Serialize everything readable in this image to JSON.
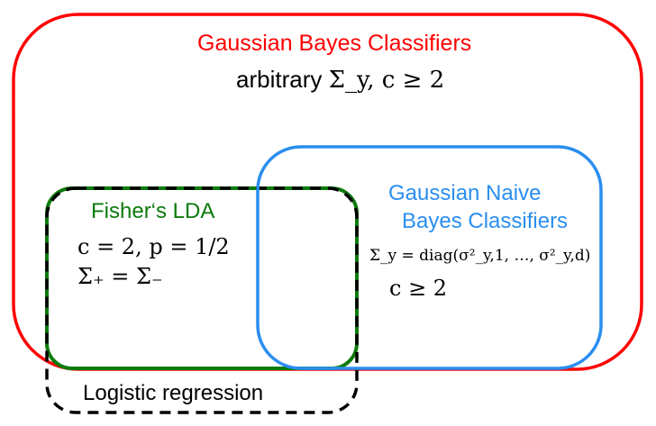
{
  "colors": {
    "gaussian_bayes": "#ff0000",
    "naive_bayes": "#2a8ef0",
    "fisher_lda": "#0b7a0b",
    "logistic": "#000000",
    "background": "#ffffff"
  },
  "gaussian_bayes": {
    "title": "Gaussian Bayes Classifiers",
    "condition_prefix": "arbitrary",
    "condition_math": "Σ_y,  c ≥ 2"
  },
  "naive_bayes": {
    "title_line1": "Gaussian Naive",
    "title_line2": "Bayes Classifiers",
    "condition_line1": "Σ_y = diag(σ²_y,1, …, σ²_y,d)",
    "condition_line2": "c ≥ 2"
  },
  "fisher_lda": {
    "title": "Fisher‘s LDA",
    "condition_line1": "c = 2, p = 1/2",
    "condition_line2": "Σ₊ = Σ₋"
  },
  "logistic": {
    "title": "Logistic regression"
  }
}
